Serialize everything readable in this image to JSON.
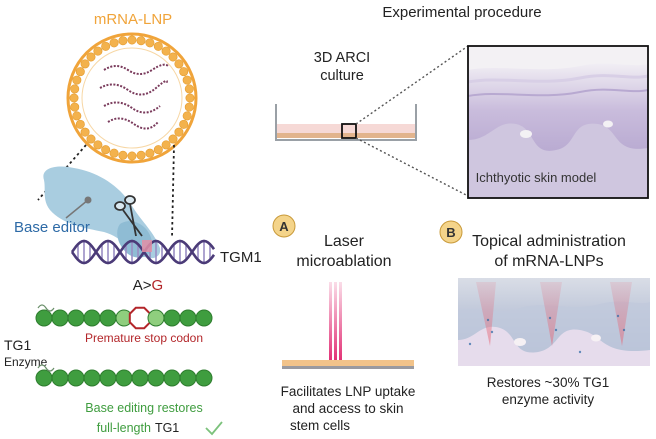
{
  "lnp": {
    "title": "mRNA-LNP"
  },
  "procedure": {
    "title": "Experimental procedure"
  },
  "culture": {
    "line1": "3D ARCI",
    "line2": "culture"
  },
  "skin_model": {
    "label": "Ichthyotic skin model"
  },
  "base_editor": {
    "label": "Base editor"
  },
  "gene": {
    "label": "TGM1",
    "mutation_from": "A>",
    "mutation_to": "G"
  },
  "enzyme": {
    "line1": "TG1",
    "line2": "Enzyme"
  },
  "stop_codon": {
    "label": "Premature stop codon"
  },
  "restore": {
    "line1": "Base editing restores",
    "line2a": "full-length",
    "line2b": "TG1"
  },
  "step_a": {
    "badge": "A",
    "line1": "Laser",
    "line2": "microablation",
    "caption1": "Facilitates LNP uptake",
    "caption2": "and access to skin",
    "caption3": "stem cells"
  },
  "step_b": {
    "badge": "B",
    "line1": "Topical administration",
    "line2": "of mRNA-LNPs",
    "caption1": "Restores ~30% TG1",
    "caption2": "enzyme activity"
  },
  "colors": {
    "orange": "#f0a43a",
    "blue": "#2d6aa6",
    "red": "#b3262a",
    "green": "#3f9d3f",
    "dna": "#4b3b78",
    "tissue": "#b7a6cf",
    "badge": "#f4d48a"
  }
}
